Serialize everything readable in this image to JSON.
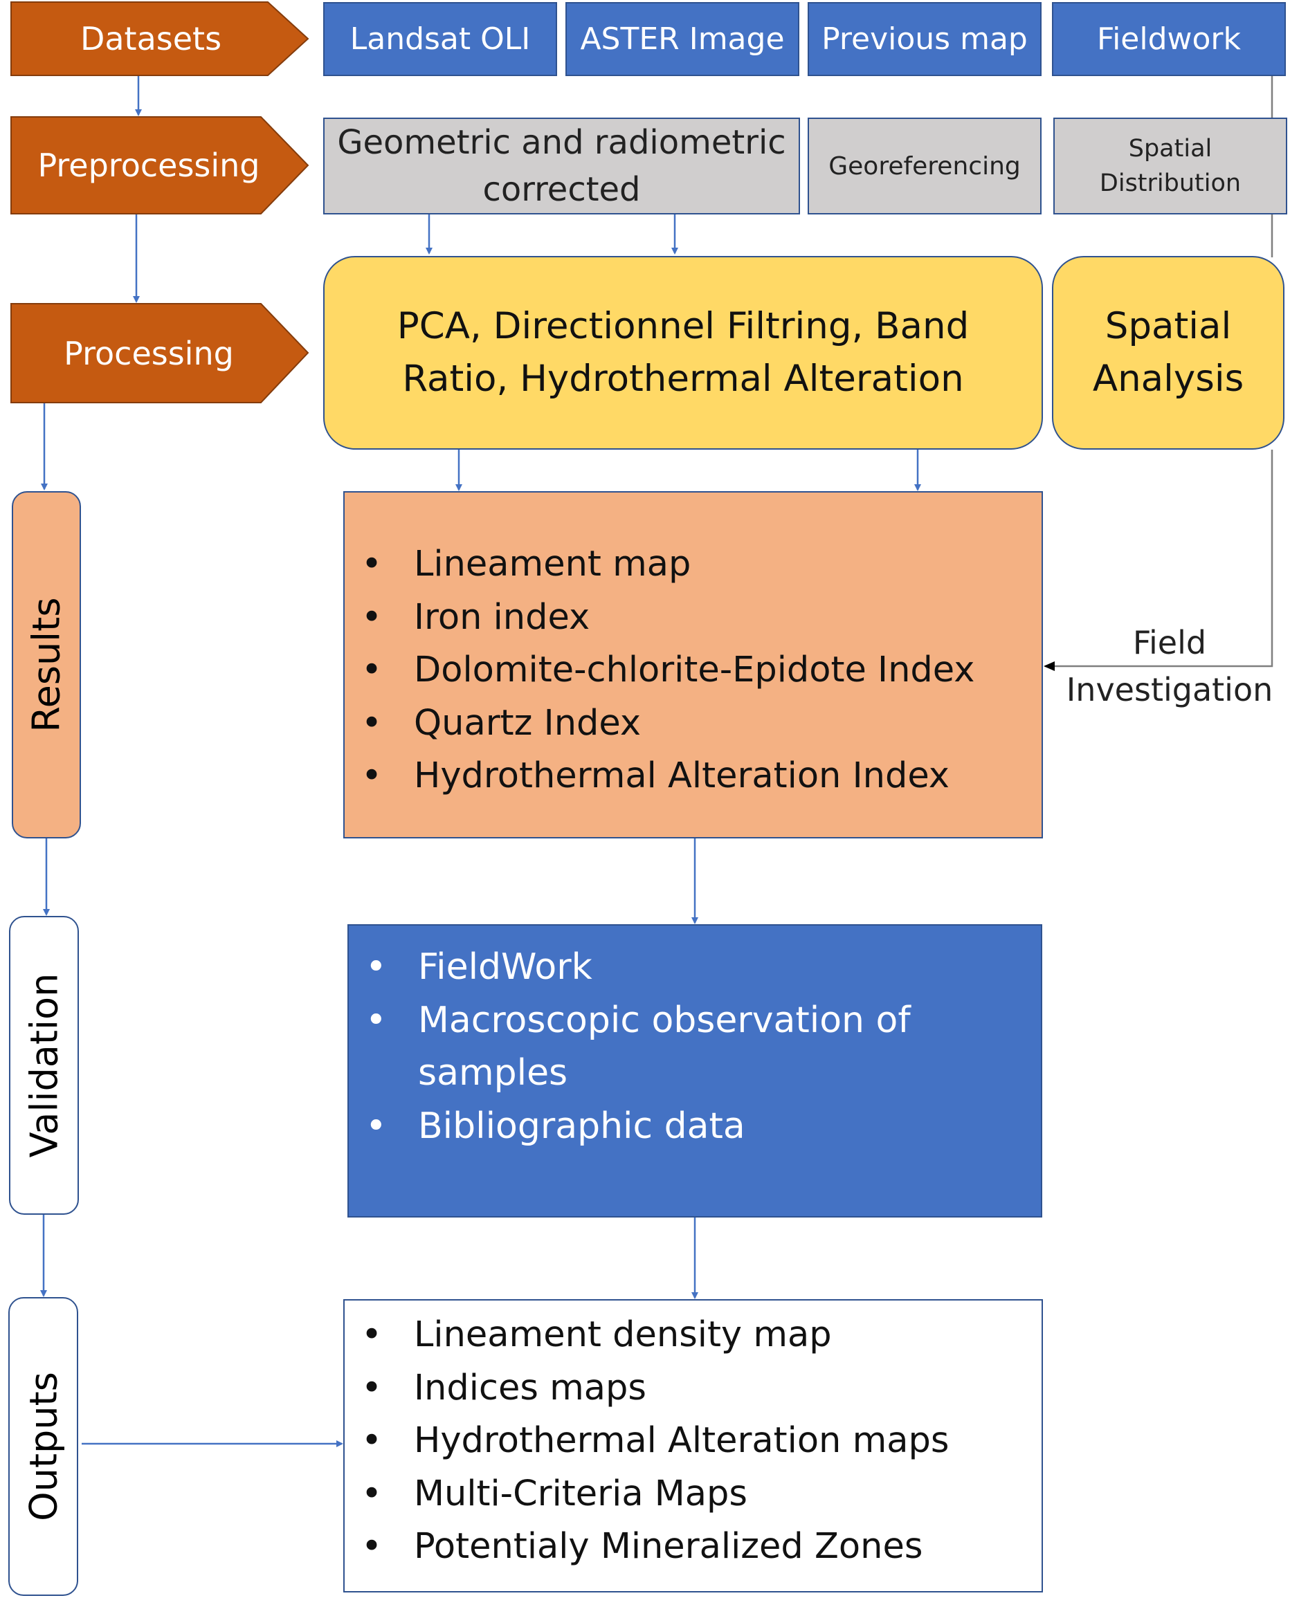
{
  "stages": {
    "datasets": "Datasets",
    "preprocessing": "Preprocessing",
    "processing": "Processing",
    "results": "Results",
    "validation": "Validation",
    "outputs": "Outputs"
  },
  "datasets": [
    "Landsat OLI",
    "ASTER Image",
    "Previous map",
    "Fieldwork"
  ],
  "preprocessing": {
    "geometric_line1": "Geometric and radiometric",
    "geometric_line2": "corrected",
    "georeferencing": "Georeferencing",
    "spatial_line1": "Spatial",
    "spatial_line2": "Distribution"
  },
  "processing": {
    "main_line1": "PCA, Directionnel Filtring, Band",
    "main_line2": "Ratio, Hydrothermal Alteration",
    "spatial_line1": "Spatial",
    "spatial_line2": "Analysis"
  },
  "results_items": [
    "Lineament map",
    "Iron index",
    "Dolomite-chlorite-Epidote Index",
    "Quartz Index",
    "Hydrothermal Alteration Index"
  ],
  "field_label": {
    "line1": "Field",
    "line2": "Investigation"
  },
  "validation_items": [
    "FieldWork",
    "Macroscopic observation of samples",
    "Bibliographic data"
  ],
  "outputs_items": [
    "Lineament density map",
    "Indices maps",
    "Hydrothermal Alteration maps",
    "Multi-Criteria Maps",
    "Potentialy Mineralized Zones"
  ],
  "colors": {
    "stage_orange": "#c55a11",
    "blue": "#4472c4",
    "gray": "#d0cece",
    "yellow": "#ffd966",
    "salmon": "#f4b183",
    "connector": "#4472c4"
  }
}
